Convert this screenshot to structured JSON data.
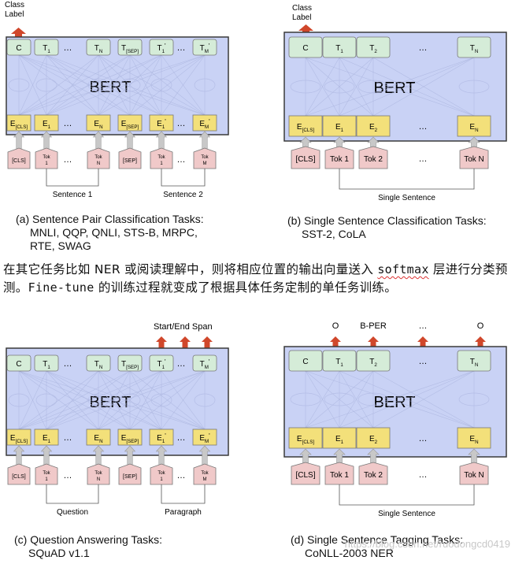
{
  "panels": {
    "a": {
      "model_label": "BERT",
      "top_label": "Class\nLabel",
      "outputs": [
        "C",
        "T_1",
        "…",
        "T_N",
        "T_[SEP]",
        "T_1'",
        "…",
        "T_M'"
      ],
      "embeddings": [
        "E_[CLS]",
        "E_1",
        "…",
        "E_N",
        "E_[SEP]",
        "E_1'",
        "…",
        "E_M'"
      ],
      "tokens": [
        "[CLS]",
        "Tok\n1",
        "…",
        "Tok\nN",
        "[SEP]",
        "Tok\n1",
        "…",
        "Tok\nM"
      ],
      "groups": [
        "Sentence 1",
        "Sentence 2"
      ],
      "caption": [
        "(a) Sentence Pair Classification Tasks:",
        "MNLI, QQP, QNLI, STS-B, MRPC,",
        "RTE, SWAG"
      ]
    },
    "b": {
      "model_label": "BERT",
      "top_label": "Class\nLabel",
      "outputs": [
        "C",
        "T_1",
        "T_2",
        "…",
        "T_N"
      ],
      "embeddings": [
        "E_[CLS]",
        "E_1",
        "E_2",
        "…",
        "E_N"
      ],
      "tokens": [
        "[CLS]",
        "Tok 1",
        "Tok 2",
        "…",
        "Tok N"
      ],
      "groups": [
        "Single Sentence"
      ],
      "caption": [
        "(b) Single Sentence Classification Tasks:",
        "SST-2, CoLA"
      ]
    },
    "c": {
      "model_label": "BERT",
      "top_label": "Start/End Span",
      "outputs": [
        "C",
        "T_1",
        "…",
        "T_N",
        "T_[SEP]",
        "T_1'",
        "…",
        "T_M'"
      ],
      "embeddings": [
        "E_[CLS]",
        "E_1",
        "…",
        "E_N",
        "E_[SEP]",
        "E_1'",
        "…",
        "E_M'"
      ],
      "tokens": [
        "[CLS]",
        "Tok\n1",
        "…",
        "Tok\nN",
        "[SEP]",
        "Tok\n1",
        "…",
        "Tok\nM"
      ],
      "groups": [
        "Question",
        "Paragraph"
      ],
      "caption": [
        "(c) Question Answering Tasks:",
        "SQuAD v1.1"
      ]
    },
    "d": {
      "model_label": "BERT",
      "top_labels": [
        "O",
        "B-PER",
        "…",
        "O"
      ],
      "outputs": [
        "C",
        "T_1",
        "T_2",
        "…",
        "T_N"
      ],
      "embeddings": [
        "E_[CLS]",
        "E_1",
        "E_2",
        "…",
        "E_N"
      ],
      "tokens": [
        "[CLS]",
        "Tok 1",
        "Tok 2",
        "…",
        "Tok N"
      ],
      "groups": [
        "Single Sentence"
      ],
      "caption": [
        "(d) Single Sentence Tagging Tasks:",
        "CoNLL-2003 NER"
      ]
    }
  },
  "paragraph": {
    "part1": "在其它任务比如 NER 或阅读理解中，则将相应位置的输出向量送入 ",
    "code1": "softmax",
    "part2": " 层进行分类预测。",
    "code2": "Fine-tune",
    "part3": " 的训练过程就变成了根据具体任务定制的单任务训练。"
  },
  "watermark": "https://blog.csdn.net/ruodongcd0419",
  "colors": {
    "bert_box": "#c9d2f5",
    "output_box": "#d5ecd8",
    "embedding_box": "#f3e07a",
    "token_box": "#f0c9c9",
    "arrow_up": "#d0472b",
    "input_arrow": "#c8c8c8"
  }
}
